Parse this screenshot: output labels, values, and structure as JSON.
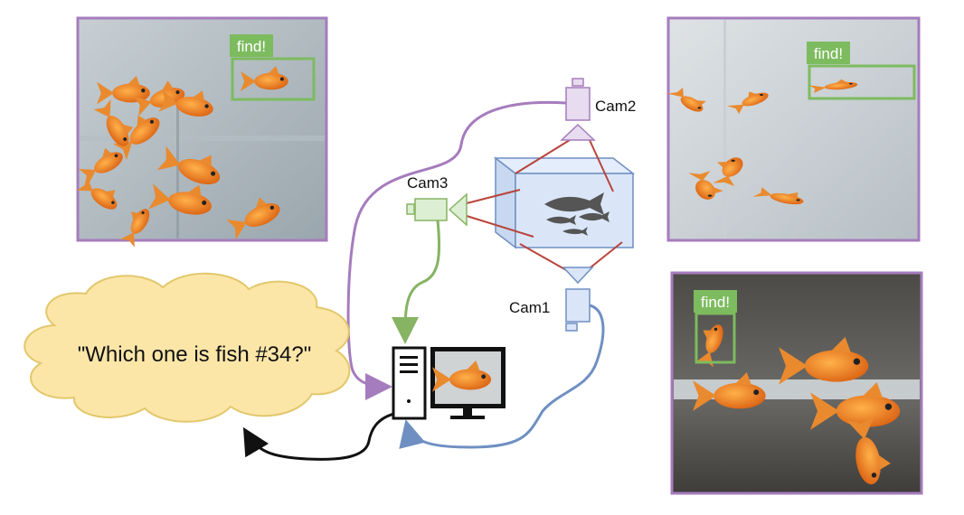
{
  "thought": {
    "text": "\"Which one is fish #34?\""
  },
  "cameras": {
    "cam1": {
      "label": "Cam1",
      "color": "#6f8fc2"
    },
    "cam2": {
      "label": "Cam2",
      "color": "#a57cbd"
    },
    "cam3": {
      "label": "Cam3",
      "color": "#86b462"
    }
  },
  "detections": {
    "top_left": {
      "label": "find!"
    },
    "top_right": {
      "label": "find!"
    },
    "bottom_right": {
      "label": "find!"
    }
  },
  "colors": {
    "photo_border": "#a57cbd",
    "find_box": "#7dbb5f",
    "tank_fill": "#dae6f8",
    "tank_edge": "#6f8fc2",
    "sight_line": "#b8443c",
    "fish_silhouette": "#555555",
    "thought_fill": "#fbe6a8",
    "thought_edge": "#e3c76b",
    "goldfish": "#e2711d",
    "return_arrow": "#111111"
  },
  "icons": {
    "computer": "desktop-computer-icon",
    "fish": "fish-icon",
    "camera": "camera-icon"
  }
}
